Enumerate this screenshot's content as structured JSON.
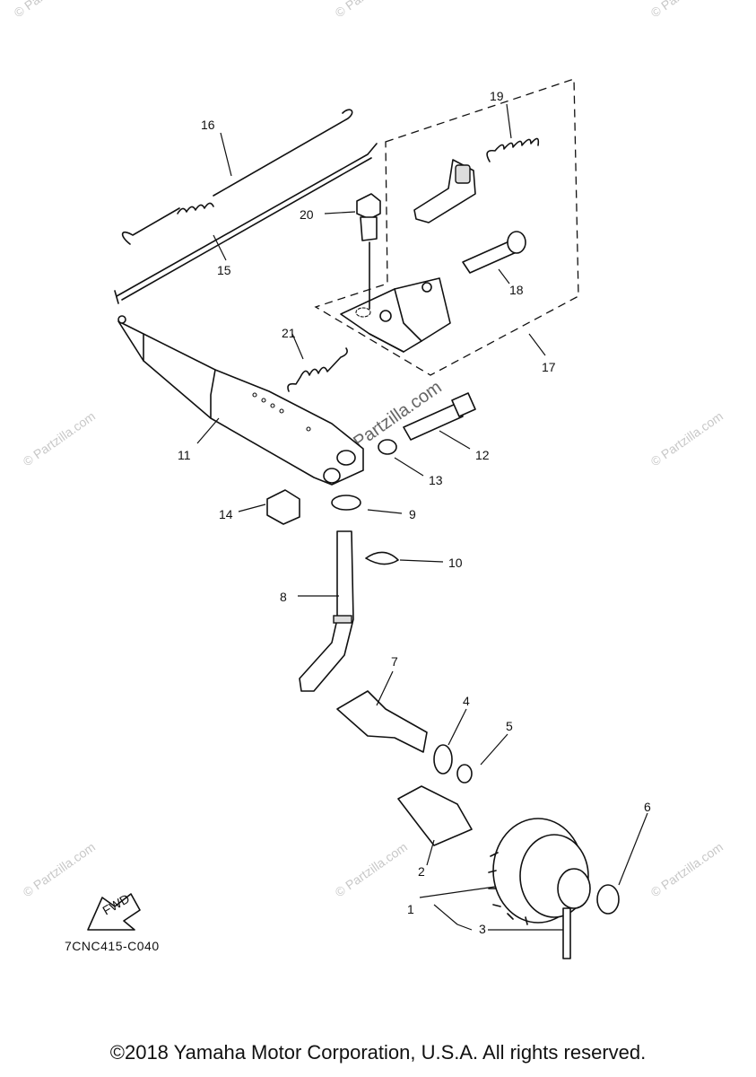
{
  "watermark": {
    "text": "© Partzilla.com",
    "main_text": "Partzilla.com"
  },
  "parts": [
    {
      "id": "1",
      "label": "1"
    },
    {
      "id": "2",
      "label": "2"
    },
    {
      "id": "3",
      "label": "3"
    },
    {
      "id": "4",
      "label": "4"
    },
    {
      "id": "5",
      "label": "5"
    },
    {
      "id": "6",
      "label": "6"
    },
    {
      "id": "7",
      "label": "7"
    },
    {
      "id": "8",
      "label": "8"
    },
    {
      "id": "9",
      "label": "9"
    },
    {
      "id": "10",
      "label": "10"
    },
    {
      "id": "11",
      "label": "11"
    },
    {
      "id": "12",
      "label": "12"
    },
    {
      "id": "13",
      "label": "13"
    },
    {
      "id": "14",
      "label": "14"
    },
    {
      "id": "15",
      "label": "15"
    },
    {
      "id": "16",
      "label": "16"
    },
    {
      "id": "17",
      "label": "17"
    },
    {
      "id": "18",
      "label": "18"
    },
    {
      "id": "19",
      "label": "19"
    },
    {
      "id": "20",
      "label": "20"
    },
    {
      "id": "21",
      "label": "21"
    }
  ],
  "fwd_label": "FWD",
  "diagram_code": "7CNC415-C040",
  "copyright": "©2018 Yamaha Motor Corporation, U.S.A. All rights reserved."
}
